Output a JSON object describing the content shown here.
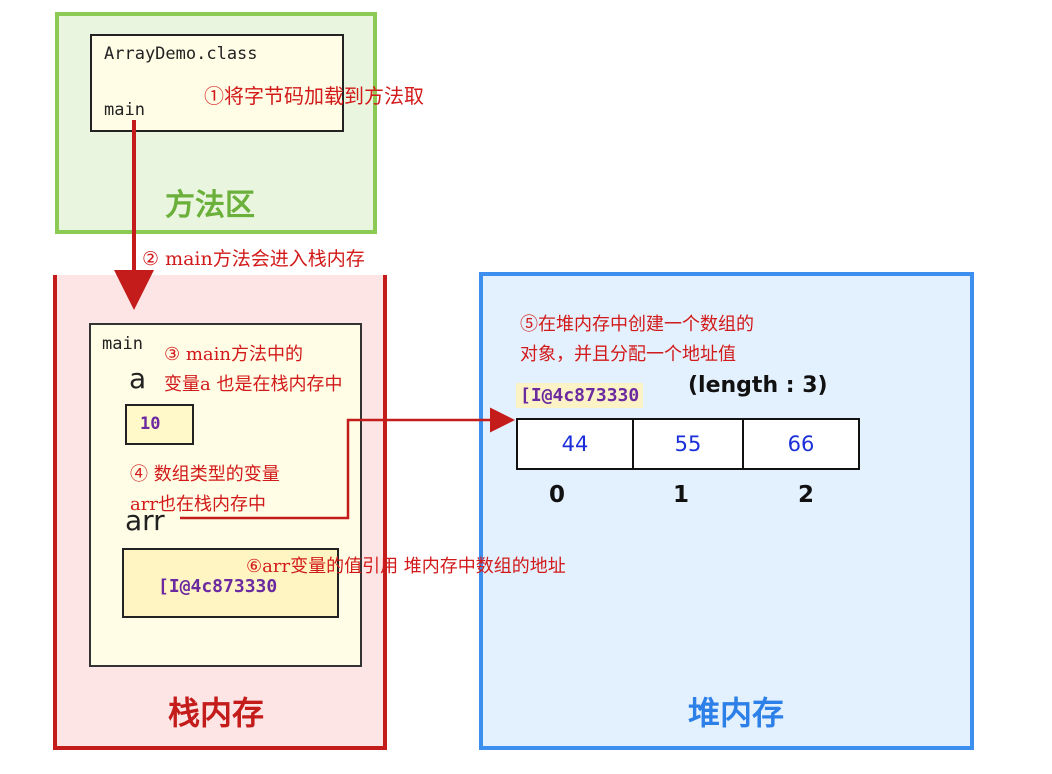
{
  "method_area": {
    "title": "方法区",
    "class_file": "ArrayDemo.class",
    "main_label": "main",
    "note1": "①将字节码加载到方法取"
  },
  "note2": "② main方法会进入栈内存",
  "stack": {
    "title": "栈内存",
    "frame_label": "main",
    "note3_line1": "③ main方法中的",
    "note3_line2": "变量a 也是在栈内存中",
    "var_a_name": "a",
    "var_a_value": "10",
    "note4_line1": "④ 数组类型的变量",
    "note4_line2": "arr也在栈内存中",
    "var_arr_name": "arr",
    "var_arr_value": "[I@4c873330"
  },
  "note6": "⑥arr变量的值引用 堆内存中数组的地址",
  "heap": {
    "title": "堆内存",
    "note5_line1": "⑤在堆内存中创建一个数组的",
    "note5_line2": "对象，并且分配一个地址值",
    "address": "[I@4c873330",
    "length_label": "(length : 3)",
    "cells": [
      "44",
      "55",
      "66"
    ],
    "indices": [
      "0",
      "1",
      "2"
    ]
  },
  "colors": {
    "method_border": "#8bcb53",
    "stack_border": "#c41b1b",
    "heap_border": "#3d8fef",
    "arrow": "#c41b1b"
  }
}
